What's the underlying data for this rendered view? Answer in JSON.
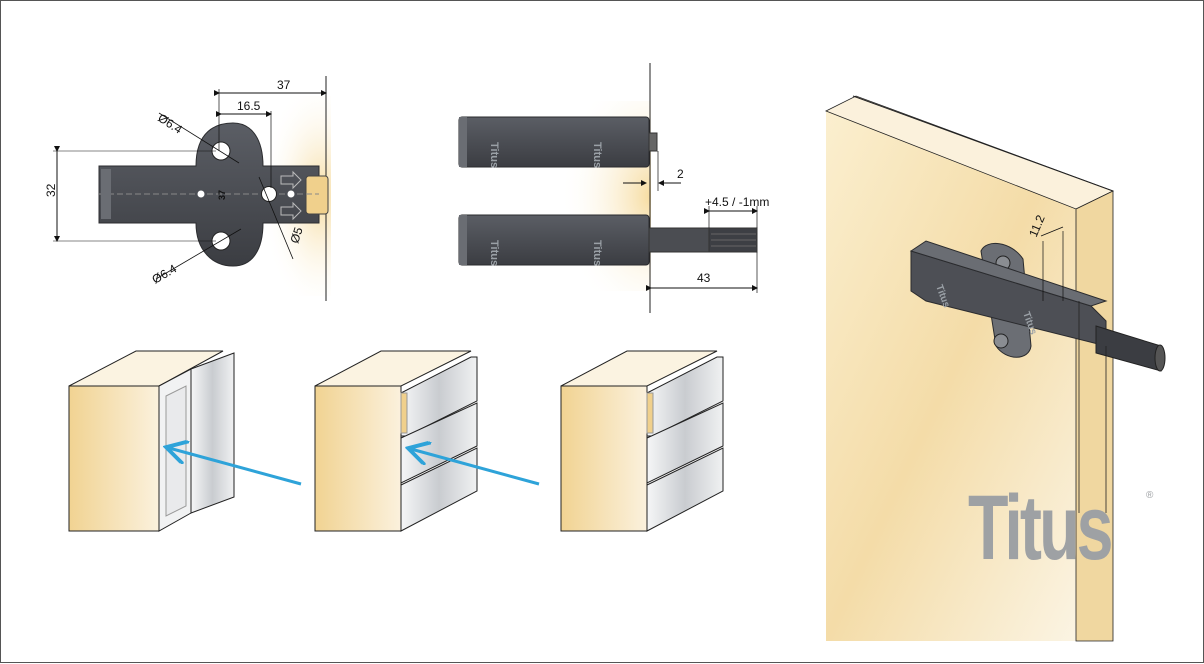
{
  "brand": {
    "name": "Titus",
    "registered": "®"
  },
  "dimensions": {
    "plate_width": "37",
    "plate_hole_offset": "16.5",
    "plate_height": "32",
    "hole_top": "Ø6.4",
    "hole_bottom": "Ø6.4",
    "hole_small": "Ø5",
    "plate_mark": "37",
    "gap": "2",
    "stroke": "+4.5 / -1mm",
    "length": "43",
    "offset_side": "11.2"
  },
  "part_stamp": "Titus",
  "colors": {
    "body": "#4a4c52",
    "wood": "#f3d9a0",
    "arrow": "#2ea3d9",
    "logo": "#9ea1a4"
  }
}
